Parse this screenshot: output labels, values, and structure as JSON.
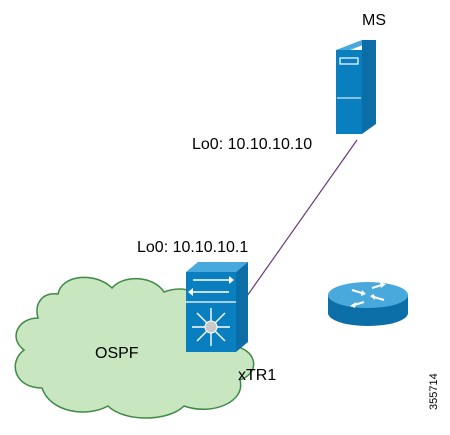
{
  "labels": {
    "ms": "MS",
    "ms_loopback": "Lo0: 10.10.10.10",
    "xtr1_loopback": "Lo0: 10.10.10.1",
    "xtr1": "xTR1",
    "cloud": "OSPF",
    "figure_id": "355714"
  },
  "colors": {
    "device_blue": "#0a7fbf",
    "device_top": "#4aa9dc",
    "device_side": "#0b6ea6",
    "cloud_fill": "#c8e6c0",
    "cloud_stroke": "#3f8a45",
    "link": "#6a3a7a"
  },
  "icons": {
    "ms": "server-icon",
    "xtr1": "multilayer-switch-icon",
    "router": "router-icon",
    "cloud": "cloud-icon"
  }
}
